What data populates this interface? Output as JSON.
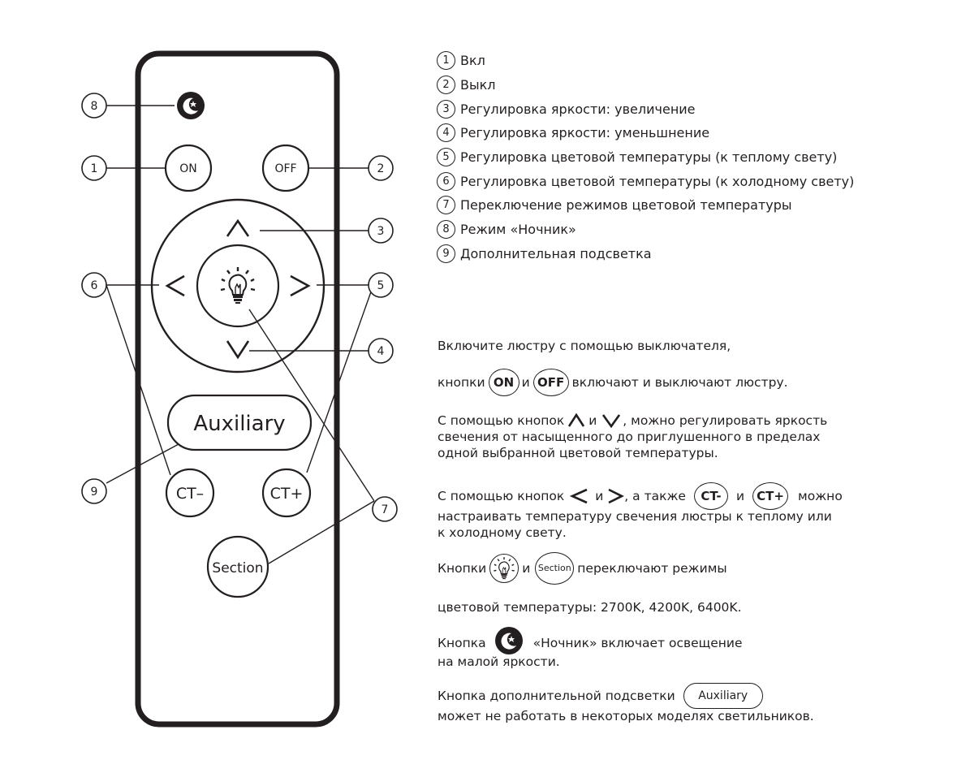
{
  "remote": {
    "buttons": {
      "on": "ON",
      "off": "OFF",
      "auxiliary": "Auxiliary",
      "ct_minus": "CT–",
      "ct_plus": "CT+",
      "section": "Section"
    },
    "callouts": [
      "1",
      "2",
      "3",
      "4",
      "5",
      "6",
      "7",
      "8",
      "9"
    ]
  },
  "legend": [
    {
      "num": "1",
      "text": "Вкл"
    },
    {
      "num": "2",
      "text": "Выкл"
    },
    {
      "num": "3",
      "text": "Регулировка яркости: увеличение"
    },
    {
      "num": "4",
      "text": "Регулировка яркости: уменьшнение"
    },
    {
      "num": "5",
      "text": "Регулировка цветовой температуры (к теплому свету)"
    },
    {
      "num": "6",
      "text": "Регулировка цветовой температуры (к холодному свету)"
    },
    {
      "num": "7",
      "text": "Переключение режимов цветовой температуры"
    },
    {
      "num": "8",
      "text": "Режим «Ночник»"
    },
    {
      "num": "9",
      "text": "Дополнительная подсветка"
    }
  ],
  "instructions": {
    "p1": "Включите люстру с помощью выключателя,",
    "p2_pre": "кнопки",
    "p2_on": "ON",
    "p2_and": "и",
    "p2_off": "OFF",
    "p2_post": "включают и выключают люстру.",
    "p3_pre": "С помощью кнопок",
    "p3_and": "и",
    "p3_post": ", можно регулировать яркость",
    "p3_l2": "свечения от насыщенного до приглушенного в пределах",
    "p3_l3": "одной выбранной цветовой температуры.",
    "p4_pre": "С помощью кнопок",
    "p4_and": "и",
    "p4_mid": ", а также",
    "p4_ctm": "CT-",
    "p4_and2": "и",
    "p4_ctp": "CT+",
    "p4_post": "можно",
    "p4_l2": "настраивать температуру свечения люстры к теплому или",
    "p4_l3": "к холодному свету.",
    "p5_pre": "Кнопки",
    "p5_and": "и",
    "p5_section": "Section",
    "p5_post": "переключают режимы",
    "p6": "цветовой температуры: 2700K, 4200K, 6400K.",
    "p7_pre": "Кнопка",
    "p7_post": "«Ночник» включает освещение",
    "p7_l2": "на малой яркости.",
    "p8_pre": "Кнопка дополнительной подсветки",
    "p8_aux": "Auxiliary",
    "p8_l2": "может не работать в некоторых моделях светильников."
  }
}
